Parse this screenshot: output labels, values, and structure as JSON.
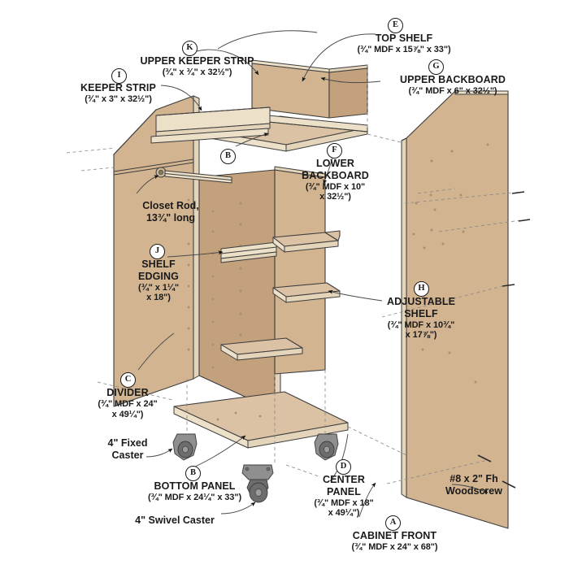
{
  "diagram": {
    "title": "Rolling Closet Cabinet Exploded View",
    "colors": {
      "panel_face": "#d3b491",
      "panel_face_dark": "#c2a17c",
      "panel_face_light": "#dcc2a4",
      "edge_light": "#ede0cb",
      "outline": "#3a3a3a",
      "background": "#ffffff",
      "text": "#1a1a1a",
      "caster": "#7d7d7d"
    },
    "parts": [
      {
        "key": "A",
        "name": "CABINET FRONT",
        "dim": "(¾\" MDF x 24\" x 68\")"
      },
      {
        "key": "B",
        "name": "BOTTOM PANEL",
        "dim": "(¾\" MDF x 24¼\" x 33\")"
      },
      {
        "key": "C",
        "name": "DIVIDER",
        "dim": "(¾\" MDF x 24\"",
        "dim2": "x 49¼\")"
      },
      {
        "key": "D",
        "name": "CENTER",
        "name2": "PANEL",
        "dim": "(¾\" MDF x 18\"",
        "dim2": "x 49¼\")"
      },
      {
        "key": "E",
        "name": "TOP SHELF",
        "dim": "(¾\" MDF x 15⅞\" x 33\")"
      },
      {
        "key": "F",
        "name": "LOWER",
        "name2": "BACKBOARD",
        "dim": "(¾\" MDF x 10\"",
        "dim2": "x 32½\")"
      },
      {
        "key": "G",
        "name": "UPPER BACKBOARD",
        "dim": "(¾\" MDF x 6\" x 32½\")"
      },
      {
        "key": "H",
        "name": "ADJUSTABLE",
        "name2": "SHELF",
        "dim": "(¾\" MDF x 10¾\"",
        "dim2": "x 17⅞\")"
      },
      {
        "key": "I",
        "name": "KEEPER STRIP",
        "dim": "(¾\" x 3\" x 32½\")"
      },
      {
        "key": "J",
        "name": "SHELF",
        "name2": "EDGING",
        "dim": "(¾\" x 1¼\"",
        "dim2": "x 18\")"
      },
      {
        "key": "K",
        "name": "UPPER KEEPER STRIP",
        "dim": "(¾\" x ¾\" x 32½\")"
      }
    ],
    "callouts": {
      "closet_rod_line1": "Closet Rod,",
      "closet_rod_line2": "13¾\" long",
      "fixed_caster_line1": "4\" Fixed",
      "fixed_caster_line2": "Caster",
      "swivel_caster": "4\" Swivel Caster",
      "woodscrew_line1": "#8 x 2\" Fh",
      "woodscrew_line2": "Woodscrew"
    },
    "key_labels": {
      "a": "A",
      "b": "B",
      "c": "C",
      "d": "D",
      "e": "E",
      "f": "F",
      "g": "G",
      "h": "H",
      "i": "I",
      "j": "J",
      "k": "K",
      "b2": "B"
    }
  }
}
